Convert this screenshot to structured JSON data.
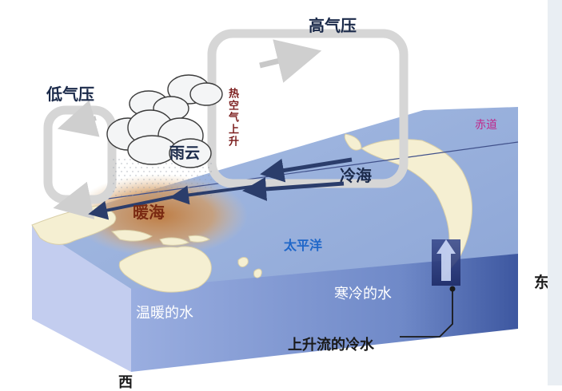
{
  "labels": {
    "high_pressure": "高气压",
    "low_pressure": "低气压",
    "rising_hot_air": "热空气上升",
    "rain_cloud": "雨云",
    "equator": "赤道",
    "cold_sea": "冷海",
    "warm_sea": "暖海",
    "pacific_ocean": "太平洋",
    "cold_water": "寒冷的水",
    "warm_water": "温暖的水",
    "upwelling_cold_water": "上升流的冷水",
    "edge_glyph_right": "东",
    "edge_glyph_bottom": "西"
  },
  "colors": {
    "ocean_top": "#8fa9d8",
    "ocean_side": "#5f7bc0",
    "land": "#f5efd2",
    "warm_pool": "#c98a4b",
    "label_dark": "#1b2a4a",
    "label_white": "#ffffff",
    "warm_label": "#7a2a12",
    "vertical_label": "#7c1f1f",
    "equator_label": "#c0278a",
    "pacific_label": "#1f67c9",
    "circulation_arrow": "#d3d3d3",
    "trade_wind_arrow": "#2b3d6b"
  }
}
